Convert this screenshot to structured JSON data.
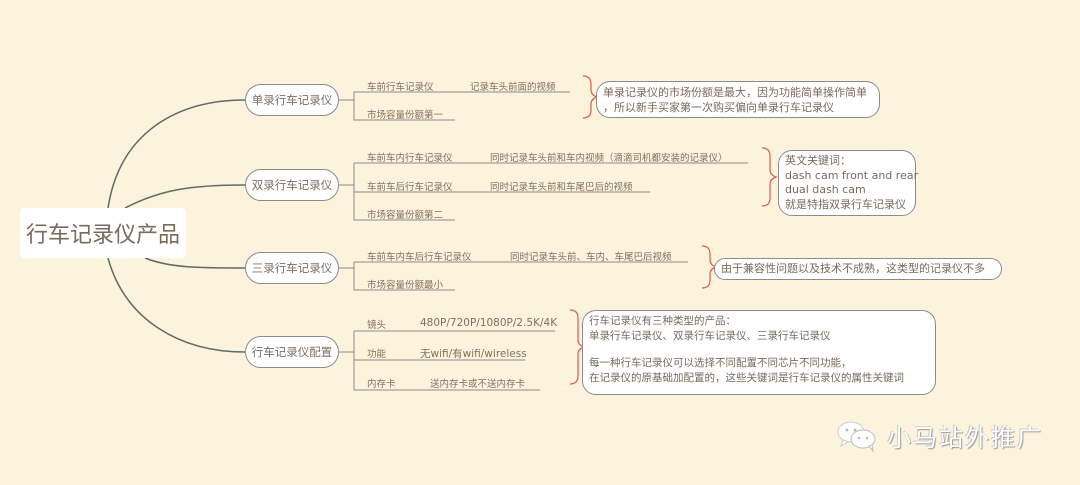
{
  "root": {
    "label": "行车记录仪产品"
  },
  "branches": [
    {
      "label": "单录行车记录仪",
      "children": [
        {
          "label": "车前行车记录仪",
          "detail": "记录车头前面的视频"
        },
        {
          "label": "市场容量份额第一",
          "detail": ""
        }
      ],
      "note": [
        "单录记录仪的市场份额是最大，因为功能简单操作简单",
        "，所以新手买家第一次购买偏向单录行车记录仪"
      ]
    },
    {
      "label": "双录行车记录仪",
      "children": [
        {
          "label": "车前车内行车记录仪",
          "detail": "同时记录车头前和车内视频（滴滴司机都安装的记录仪）"
        },
        {
          "label": "车前车后行车记录仪",
          "detail": "同时记录车头前和车尾巴后的视频"
        },
        {
          "label": "市场容量份额第二",
          "detail": ""
        }
      ],
      "note": [
        "英文关键词：",
        "dash cam front and rear",
        "dual dash cam",
        "就是特指双录行车记录仪"
      ]
    },
    {
      "label": "三录行车记录仪",
      "children": [
        {
          "label": "车前车内车后行车记录仪",
          "detail": "同时记录车头前、车内、车尾巴后视频"
        },
        {
          "label": "市场容量份额最小",
          "detail": ""
        }
      ],
      "note": [
        "由于兼容性问题以及技术不成熟，这类型的记录仪不多"
      ]
    },
    {
      "label": "行车记录仪配置",
      "children": [
        {
          "label": "镜头",
          "detail": "480P/720P/1080P/2.5K/4K"
        },
        {
          "label": "功能",
          "detail": "无wifi/有wifi/wireless"
        },
        {
          "label": "内存卡",
          "detail": "送内存卡或不送内存卡"
        }
      ],
      "note": [
        "行车记录仪有三种类型的产品：",
        "单录行车记录仪、双录行车记录仪、三录行车记录仪",
        "",
        "每一种行车记录仪可以选择不同配置不同芯片不同功能，",
        "在记录仪的原基础加配置的，这些关键词是行车记录仪的属性关键词"
      ]
    }
  ],
  "watermark": {
    "icon": "wechat-icon",
    "text": "小马站外推广"
  },
  "colors": {
    "background": "#fbf3dc",
    "line": "#5f6a6a",
    "brace": "#d9604a",
    "text": "#7a6a5a"
  }
}
